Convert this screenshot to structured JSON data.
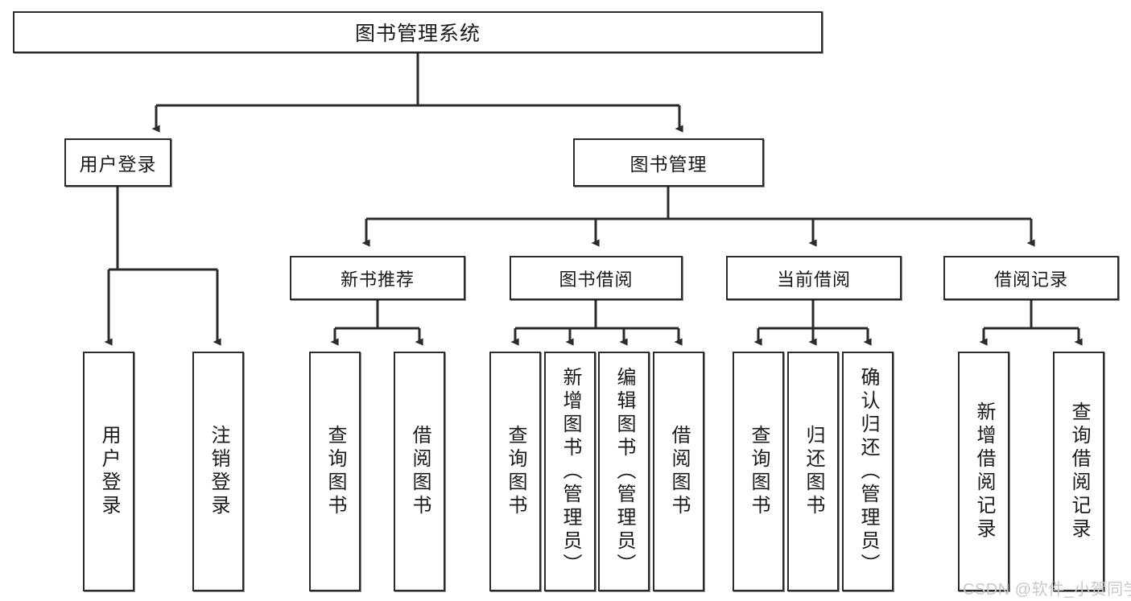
{
  "diagram": {
    "type": "tree-hierarchy",
    "title": "图书管理系统",
    "watermark": "CSDN @软件_小贺同学",
    "colors": {
      "stroke": "#2b2b2b",
      "fill": "#ffffff",
      "text": "#1a1a1a",
      "watermark": "#c9c9c9"
    },
    "nodes": {
      "root": {
        "label": "图书管理系统"
      },
      "level1": [
        {
          "id": "user-login",
          "label": "用户登录"
        },
        {
          "id": "book-management",
          "label": "图书管理"
        }
      ],
      "level2": [
        {
          "id": "new-book-recommend",
          "label": "新书推荐"
        },
        {
          "id": "book-borrow",
          "label": "图书借阅"
        },
        {
          "id": "current-borrow",
          "label": "当前借阅"
        },
        {
          "id": "borrow-record",
          "label": "借阅记录"
        }
      ],
      "leaves": {
        "user-login": [
          {
            "id": "leaf-user-login",
            "label": "用户登录"
          },
          {
            "id": "leaf-logout",
            "label": "注销登录"
          }
        ],
        "new-book-recommend": [
          {
            "id": "leaf-query-book-1",
            "label": "查询图书"
          },
          {
            "id": "leaf-borrow-book-1",
            "label": "借阅图书"
          }
        ],
        "book-borrow": [
          {
            "id": "leaf-query-book-2",
            "label": "查询图书"
          },
          {
            "id": "leaf-add-book",
            "label": "新增图书（管理员）"
          },
          {
            "id": "leaf-edit-book",
            "label": "编辑图书（管理员）"
          },
          {
            "id": "leaf-borrow-book-2",
            "label": "借阅图书"
          }
        ],
        "current-borrow": [
          {
            "id": "leaf-query-book-3",
            "label": "查询图书"
          },
          {
            "id": "leaf-return-book",
            "label": "归还图书"
          },
          {
            "id": "leaf-confirm-return",
            "label": "确认归还（管理员）"
          }
        ],
        "borrow-record": [
          {
            "id": "leaf-add-record",
            "label": "新增借阅记录"
          },
          {
            "id": "leaf-query-record",
            "label": "查询借阅记录"
          }
        ]
      }
    }
  }
}
